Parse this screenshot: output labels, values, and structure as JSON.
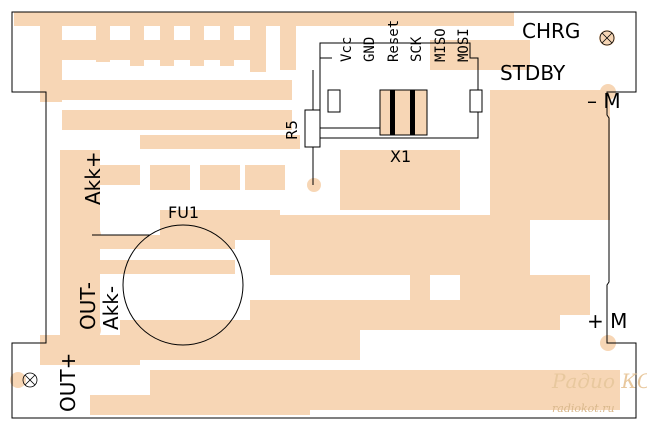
{
  "colors": {
    "copper": "#F7D6B5",
    "outline": "#000000",
    "background": "#FFFFFF",
    "watermark": "#E8C89E"
  },
  "labels": {
    "chrg": "CHRG",
    "stdby": "STDBY",
    "minus_m": "– M",
    "plus_m": "+ M",
    "akk_plus": "Akk+",
    "out_minus": "OUT-",
    "akk_minus": "Akk-",
    "out_plus": "OUT+",
    "fu1": "FU1",
    "r5": "R5",
    "x1": "X1"
  },
  "connector_pins": [
    "Vcc",
    "GND",
    "Reset",
    "SCK",
    "MISO",
    "MOSI"
  ],
  "watermark": {
    "title": "Радио КОТ",
    "url": "radiokot.ru"
  }
}
